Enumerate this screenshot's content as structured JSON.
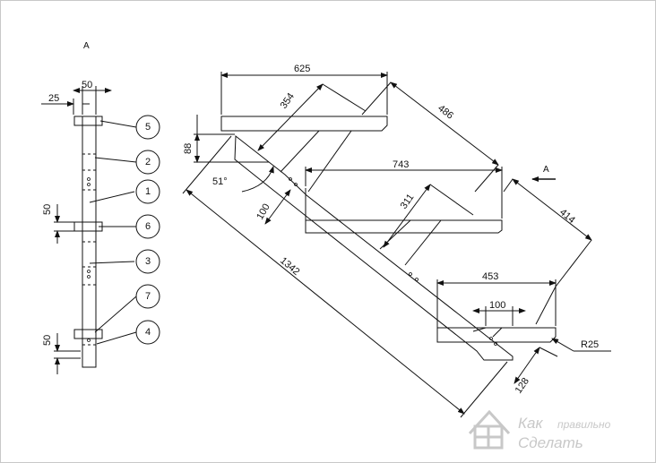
{
  "side_view": {
    "view_label": "A",
    "dims": {
      "top_width": "50",
      "offset": "25",
      "lug_upper": "50",
      "lug_lower": "50"
    },
    "callouts": [
      "5",
      "2",
      "1",
      "6",
      "3",
      "7",
      "4"
    ]
  },
  "main_view": {
    "view_arrow_label": "A",
    "dims": {
      "step_top": "625",
      "diag_354": "354",
      "diag_486": "486",
      "rise_88": "88",
      "angle": "51°",
      "step_mid": "743",
      "diag_311": "311",
      "thick_100": "100",
      "length": "1342",
      "diag_414": "414",
      "step_low": "453",
      "bottom_100": "100",
      "radius": "R25",
      "bottom_128": "128"
    }
  },
  "watermark": {
    "line1": "Как",
    "line1b": "правильно",
    "line2": "Сделать"
  },
  "colors": {
    "line": "#111111",
    "watermark": "#c8c8c8",
    "callout_fill": "#ffffff"
  }
}
